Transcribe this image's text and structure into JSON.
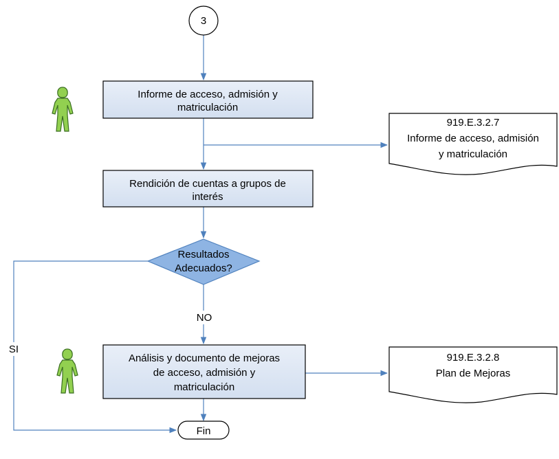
{
  "connector": {
    "label": "3"
  },
  "process_1": {
    "line1": "Informe de acceso, admisión y",
    "line2": "matriculación"
  },
  "document_1": {
    "line1": "919.E.3.2.7",
    "line2": "Informe de acceso, admisión",
    "line3": "y matriculación"
  },
  "process_2": {
    "line1": "Rendición de cuentas a grupos de",
    "line2": "interés"
  },
  "decision": {
    "line1": "Resultados",
    "line2": "Adecuados?"
  },
  "edge_labels": {
    "no": "NO",
    "yes": "SI"
  },
  "process_3": {
    "line1": "Análisis y documento de mejoras",
    "line2": "de acceso, admisión y",
    "line3": "matriculación"
  },
  "document_2": {
    "line1": "919.E.3.2.8",
    "line2": "Plan de Mejoras"
  },
  "terminator": {
    "label": "Fin"
  },
  "actor_icons": [
    "person-icon",
    "person-icon"
  ],
  "colors": {
    "edge": "#4f81bd",
    "process_fill": "#dbe5f1",
    "decision_fill": "#8eb4e3",
    "actor_fill": "#92d050"
  }
}
